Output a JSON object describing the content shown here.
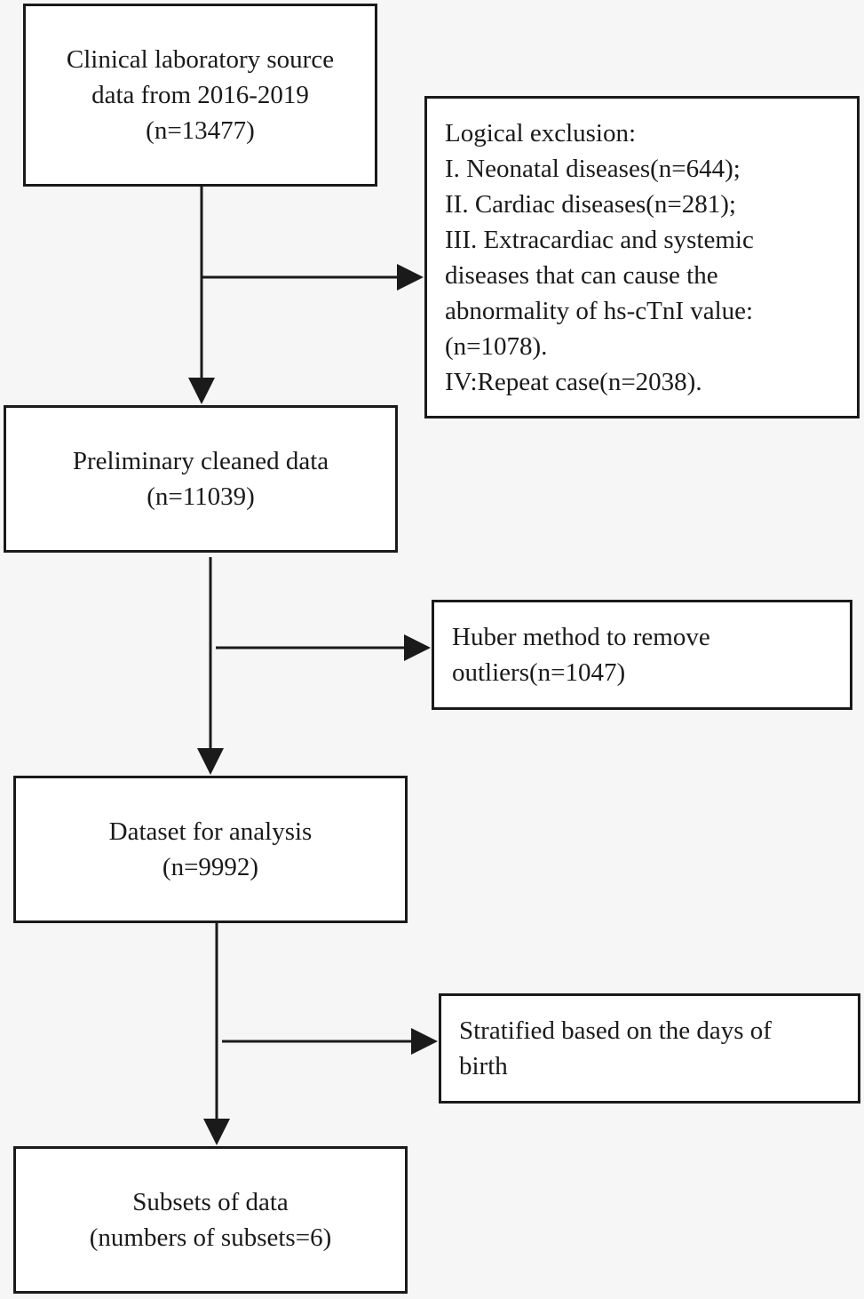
{
  "nodes": {
    "source": [
      "Clinical laboratory source",
      "data from 2016-2019",
      "(n=13477)"
    ],
    "exclusion": [
      "Logical exclusion:",
      "I. Neonatal diseases(n=644);",
      "II. Cardiac diseases(n=281);",
      "III. Extracardiac and systemic",
      "diseases that can cause the",
      "abnormality of hs-cTnI value:",
      "(n=1078).",
      "IV:Repeat case(n=2038)."
    ],
    "cleaned": [
      "Preliminary cleaned data",
      "(n=11039)"
    ],
    "huber": [
      "Huber method to remove",
      "outliers(n=1047)"
    ],
    "analysis": [
      "Dataset for analysis",
      "(n=9992)"
    ],
    "stratified": [
      "Stratified based on the days of",
      "birth"
    ],
    "subsets": [
      "Subsets of data",
      "(numbers of subsets=6)"
    ]
  },
  "edges": [
    {
      "from": "source",
      "to": "cleaned"
    },
    {
      "from": "source",
      "to": "exclusion"
    },
    {
      "from": "cleaned",
      "to": "analysis"
    },
    {
      "from": "cleaned",
      "to": "huber"
    },
    {
      "from": "analysis",
      "to": "subsets"
    },
    {
      "from": "analysis",
      "to": "stratified"
    }
  ],
  "colors": {
    "stroke": "#1a1a1a",
    "box_fill": "#ffffff",
    "background": "#f6f6f6"
  }
}
